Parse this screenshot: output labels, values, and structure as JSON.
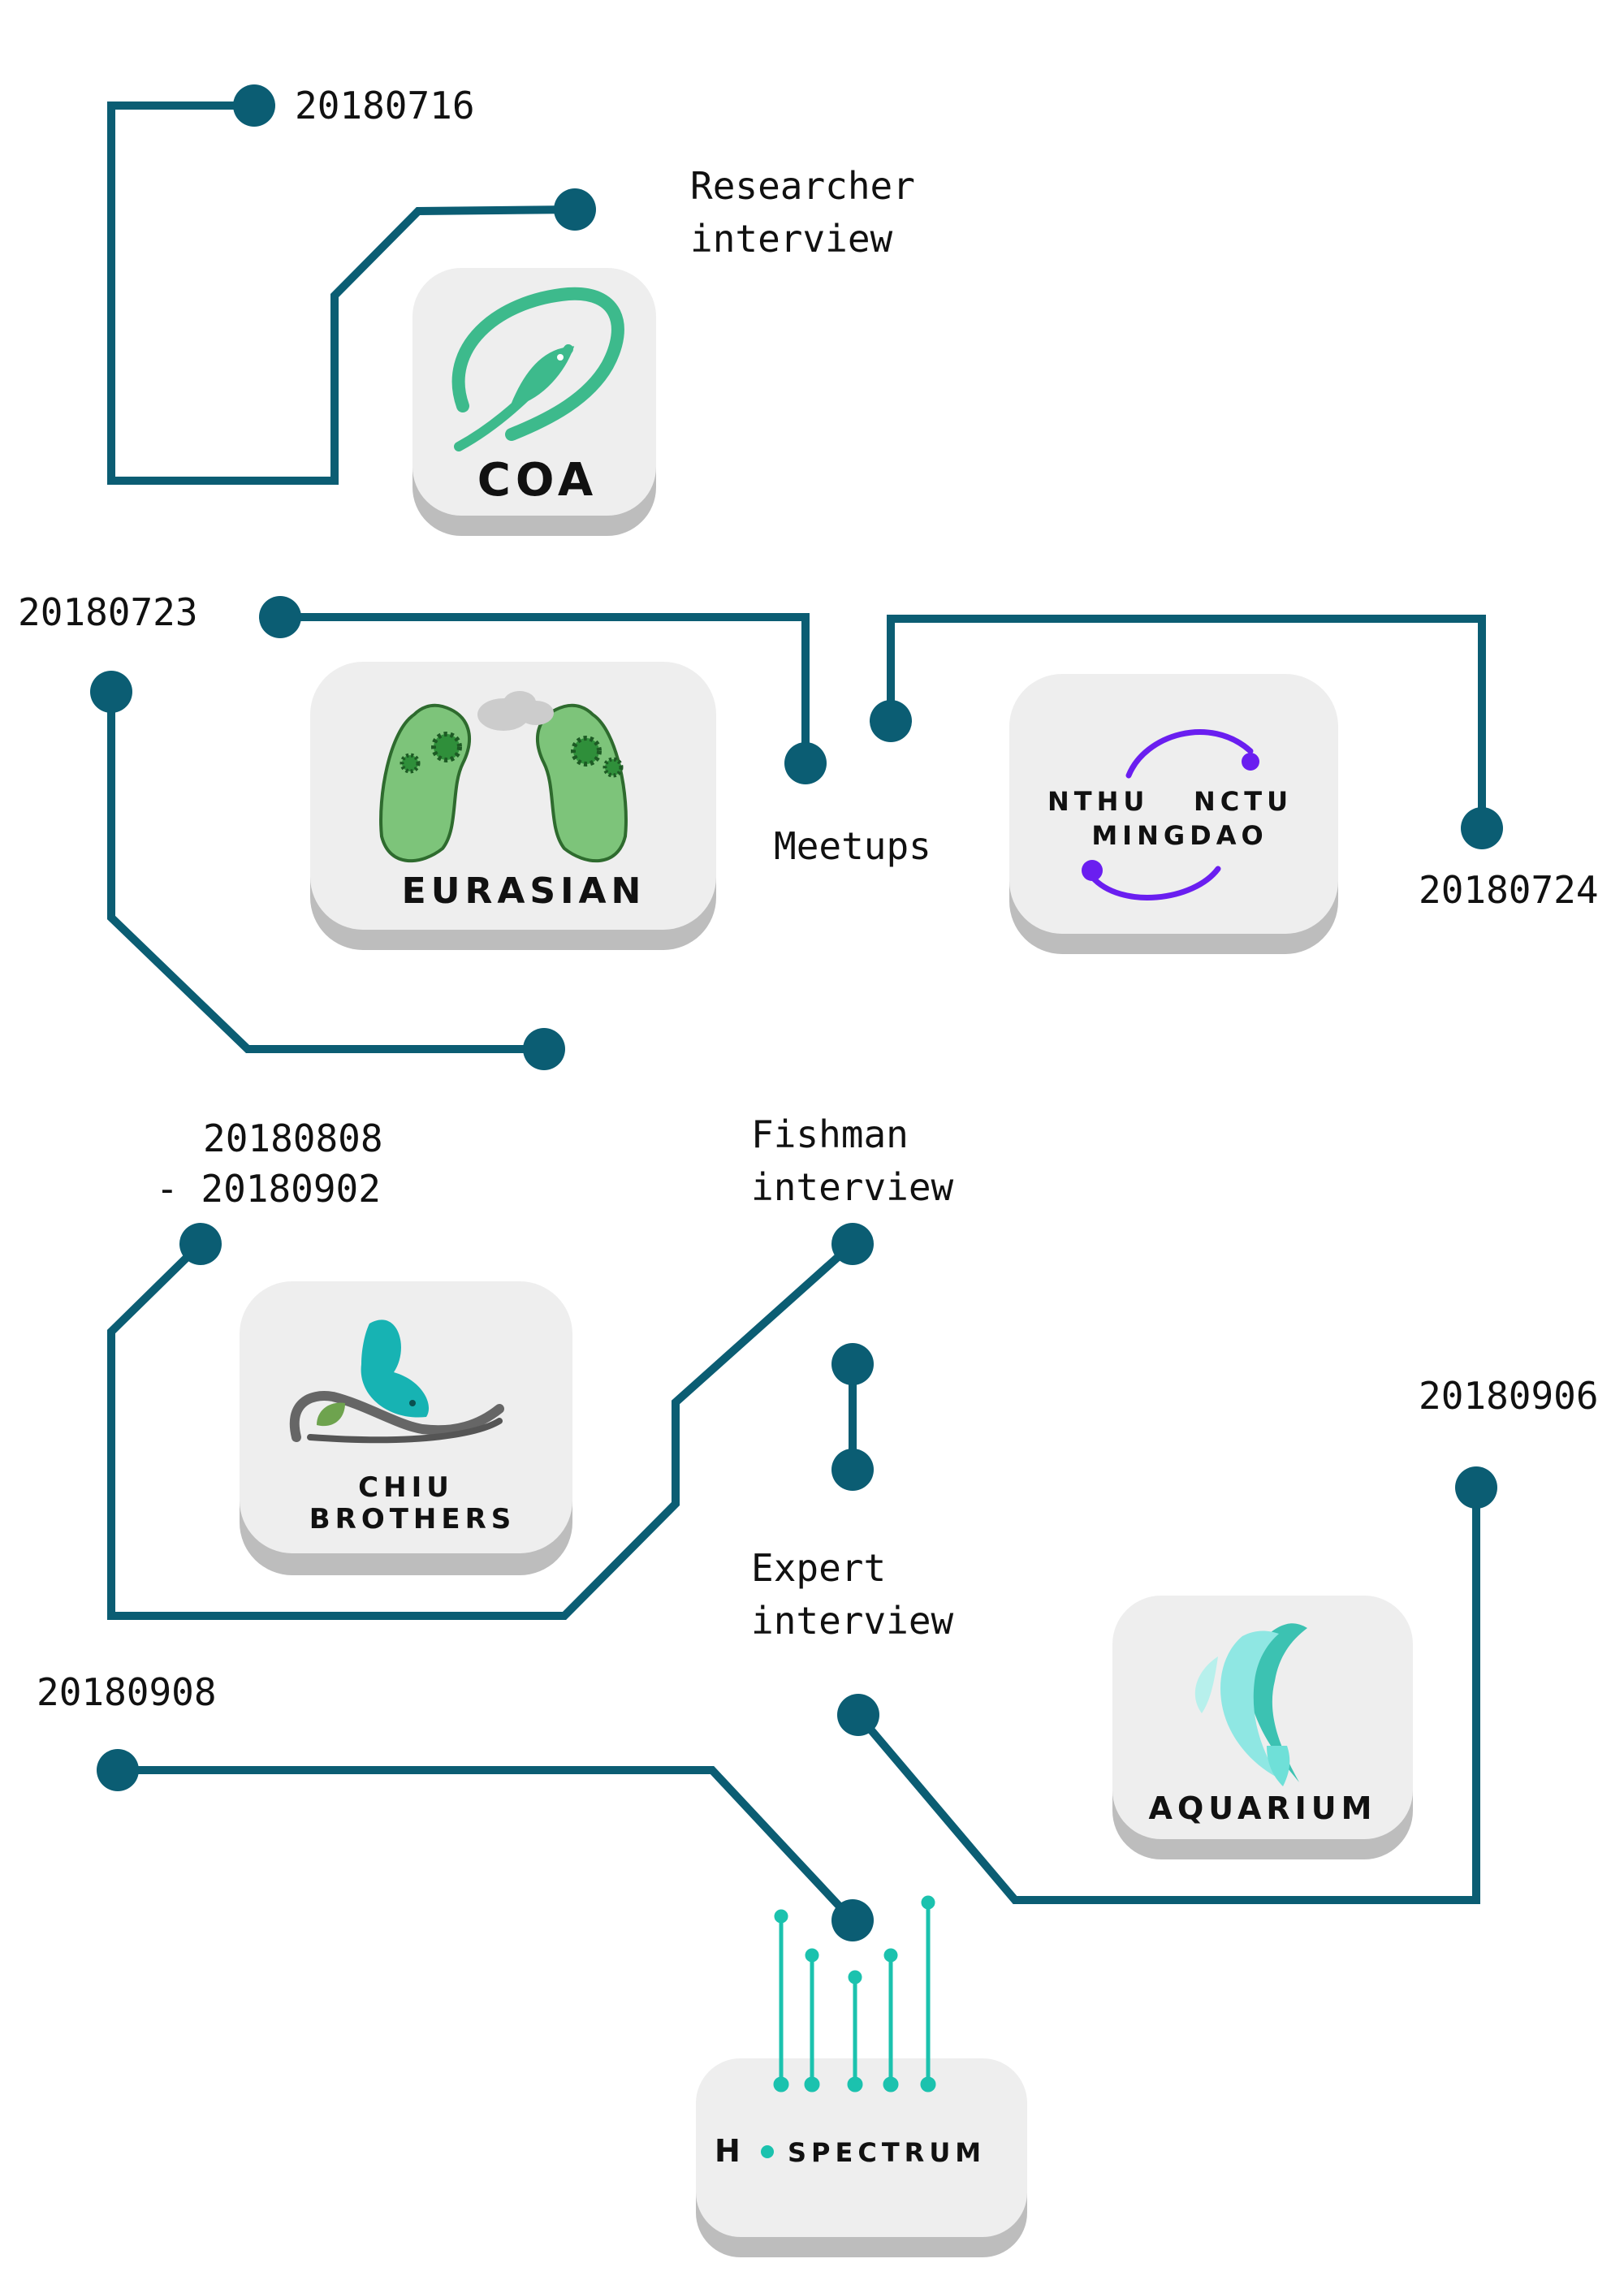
{
  "colors": {
    "line": "#0b5d73",
    "card": "#eeeeee",
    "card_shadow": "#bdbdbd",
    "coa_green": "#3dba8c",
    "eurasian_green": "#7dc47a",
    "mingdao_purple": "#6a1ef0",
    "chiu_teal": "#17b3b3",
    "aquarium_teal": "#6fe0d8",
    "spectrum_teal": "#1bc2ae"
  },
  "dates": {
    "d1": "20180716",
    "d2": "20180723",
    "d3": "20180724",
    "d4a": "20180808",
    "d4b": "- 20180902",
    "d5": "20180906",
    "d6": "20180908"
  },
  "labels": {
    "researcher_1": "Researcher",
    "researcher_2": "interview",
    "meetups": "Meetups",
    "fishman_1": "Fishman",
    "fishman_2": "interview",
    "expert_1": "Expert",
    "expert_2": "interview"
  },
  "logos": {
    "coa": "COA",
    "eurasian": "EURASIAN",
    "nthu": "NTHU",
    "nctu": "NCTU",
    "mingdao": "MINGDAO",
    "chiu_1": "CHIU",
    "chiu_2": "BROTHERS",
    "aquarium": "AQUARIUM",
    "spectrum_h": "H",
    "spectrum": "SPECTRUM"
  }
}
